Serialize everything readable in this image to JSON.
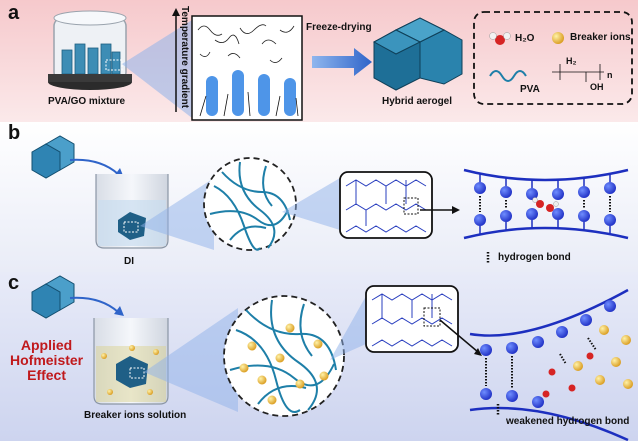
{
  "panels": {
    "a": {
      "letter": "a",
      "mixture_label": "PVA/GO mixture",
      "gradient_label": "Temperature gradient",
      "process_label": "Freeze-drying",
      "product_label": "Hybrid aerogel"
    },
    "b": {
      "letter": "b",
      "beaker_label": "DI",
      "bond_label": "hydrogen bond"
    },
    "c": {
      "letter": "c",
      "effect_line1": "Applied",
      "effect_line2": "Hofmeister",
      "effect_line3": "Effect",
      "beaker_label": "Breaker ions solution",
      "bond_label": "weakened hydrogen bond"
    }
  },
  "legend": {
    "water": "H₂O",
    "breaker_ions": "Breaker ions",
    "pva": "PVA",
    "pva_h2": "H₂",
    "pva_oh": "OH",
    "pva_n": "n"
  },
  "colors": {
    "panel_a_background": "#f6c9cc",
    "panel_c_background": "#cdd4ef",
    "aerogel": "#1e6f97",
    "chain": "#1d2fbf",
    "breaker_ion": "#d99a1c",
    "water_oxygen": "#d62424",
    "effect_text": "#c0191c"
  }
}
